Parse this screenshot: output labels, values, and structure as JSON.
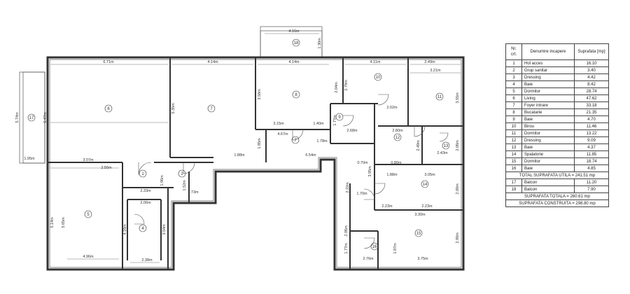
{
  "dimensions": {
    "top_6_71": "6.71m",
    "top_4_14a": "4.14m",
    "top_4_14b": "4.14m",
    "top_4_11": "4.11m",
    "top_2_49": "2.49m",
    "top_3_21": "3.21m",
    "balc_4_16": "4.16m",
    "balc_1_30": "1.30m",
    "left_5_74": "5.74m",
    "left_6_47": "6.47m",
    "left_1_95": "1.95m",
    "liv_5_35": "5.35m",
    "r8_3_58": "3.58m",
    "r8_2_04": "2.04m",
    "r8_3_15": "3.15m",
    "r8_1_40": "1.40m",
    "r10_2_79": "2.79m",
    "r9_1_77": "1.77m",
    "r9_2_68": "2.68m",
    "r9_2_02": "2.02m",
    "r9_2_80": "2.80m",
    "r11_3_55": "3.55m",
    "r13_2_06": "2.06m",
    "r13_2_43": "2.43m",
    "r12_2_49": "2.49m",
    "foy_1_85": "1.85m",
    "foy_4_67": "4.67m",
    "foy_1_78": "1.78m",
    "foy_1_88": "1.88m",
    "foy_6_54": "6.54m",
    "r6_3_07": "3.07m",
    "r6_2_55": "2.55m",
    "r2_1_96": "1.96m",
    "r2_2_33": "2.33m",
    "r3_1_73": "1.73m",
    "r3_1_52": "1.52m",
    "r5_5_14": "5.14m",
    "r5_5_65": "5.65m",
    "r5_4_96": "4.96m",
    "r4_2_06": "2.06m",
    "r4_4_16": "4.16m",
    "r4_3_54": "3.54m",
    "r4_2_38": "2.38m",
    "c_0_70": "0.70m",
    "c_1_88": "1.88m",
    "c_0_80": "0.80m",
    "c_2_22": "2.22m",
    "c_3_95": "3.95m",
    "r14_3_05": "3.05m",
    "r14_2_00": "2.00m",
    "r14_2_23a": "2.23m",
    "r14_2_23b": "2.23m",
    "r14_1_70": "1.70m",
    "r15_3_30": "3.30m",
    "r15_2_90": "2.90m",
    "r16_2_06": "2.06m",
    "r16_1_77": "1.77m",
    "r16_1_87": "1.87m",
    "r16_2_76": "2.76m",
    "r15_3_75": "3.75m"
  },
  "room_numbers": {
    "r1": "1",
    "r2": "2",
    "r3": "3",
    "r4": "4",
    "r5": "5",
    "r6": "6",
    "r7": "7",
    "r8": "8",
    "r9": "9",
    "r10": "10",
    "r11": "11",
    "r12": "12",
    "r13": "13",
    "r14": "14",
    "r15": "15",
    "r16": "16",
    "r17": "17",
    "r18": "18"
  },
  "legend": {
    "header": {
      "nr": "Nr. crt.",
      "name": "Denumire incapere",
      "area": "Suprafata [mp]"
    },
    "rows": [
      {
        "nr": "1",
        "name": "Hol acces",
        "area": "16.10"
      },
      {
        "nr": "2",
        "name": "Grup sanitar",
        "area": "3.40"
      },
      {
        "nr": "3",
        "name": "Dressing",
        "area": "4.42"
      },
      {
        "nr": "4",
        "name": "Baie",
        "area": "8.42"
      },
      {
        "nr": "5",
        "name": "Dormitor",
        "area": "28.74"
      },
      {
        "nr": "6",
        "name": "Living",
        "area": "47.62"
      },
      {
        "nr": "7",
        "name": "Foyer intrare",
        "area": "33.18"
      },
      {
        "nr": "8",
        "name": "Bucatarie",
        "area": "21.35"
      },
      {
        "nr": "9",
        "name": "Baie",
        "area": "4.70"
      },
      {
        "nr": "10",
        "name": "Birou",
        "area": "11.46"
      },
      {
        "nr": "11",
        "name": "Dormitor",
        "area": "13.22"
      },
      {
        "nr": "12",
        "name": "Dressing",
        "area": "9.09"
      },
      {
        "nr": "13",
        "name": "Baie",
        "area": "4.37"
      },
      {
        "nr": "14",
        "name": "Spalatorie",
        "area": "11.85"
      },
      {
        "nr": "15",
        "name": "Dormitor",
        "area": "18.74"
      },
      {
        "nr": "16",
        "name": "Baie",
        "area": "4.85"
      }
    ],
    "total_util": "TOTAL SUPRAFATA UTILA = 241.51 mp",
    "balcony_rows": [
      {
        "nr": "17",
        "name": "Balcon",
        "area": "11.20"
      },
      {
        "nr": "18",
        "name": "Balcon",
        "area": "7.90"
      }
    ],
    "total": "SUPRAFATA TOTALA = 260.61 mp",
    "construita": "SUPRAFATA CONSTRUITA = 298.80 mp"
  }
}
